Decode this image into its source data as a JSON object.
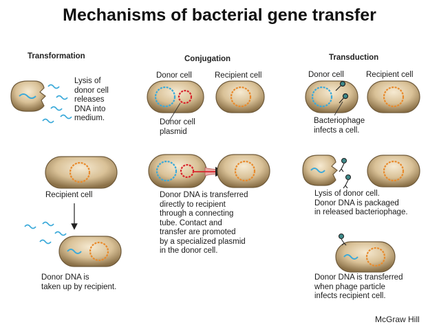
{
  "title": "Mechanisms of bacterial gene transfer",
  "columns": {
    "transformation": "Transformation",
    "conjugation": "Conjugation",
    "transduction": "Transduction"
  },
  "transformation": {
    "lysis": [
      "Lysis of",
      "donor cell",
      "releases",
      "DNA into",
      "medium."
    ],
    "recipient": "Recipient cell",
    "uptake": [
      "Donor DNA is",
      "taken up by recipient."
    ]
  },
  "conjugation": {
    "donor": "Donor cell",
    "recipient": "Recipient cell",
    "plasmid": [
      "Donor cell",
      "plasmid"
    ],
    "transfer": [
      "Donor DNA is transferred",
      "directly to recipient",
      "through a connecting",
      "tube. Contact and",
      "transfer are promoted",
      "by a specialized plasmid",
      "in the donor cell."
    ]
  },
  "transduction": {
    "donor": "Donor cell",
    "recipient": "Recipient cell",
    "phage": [
      "Bacteriophage",
      "infects a cell."
    ],
    "lysis": [
      "Lysis of donor cell.",
      "Donor DNA is packaged",
      "in released bacteriophage."
    ],
    "transfer": [
      "Donor DNA is transferred",
      "when phage particle",
      "infects recipient cell."
    ]
  },
  "credit": "McGraw Hill",
  "colors": {
    "cell_fill": "#d9c197",
    "cell_dark": "#6f5a3a",
    "donor_dna": "#3aa9d9",
    "recipient_dna": "#e88a2c",
    "plasmid": "#d8242c"
  }
}
